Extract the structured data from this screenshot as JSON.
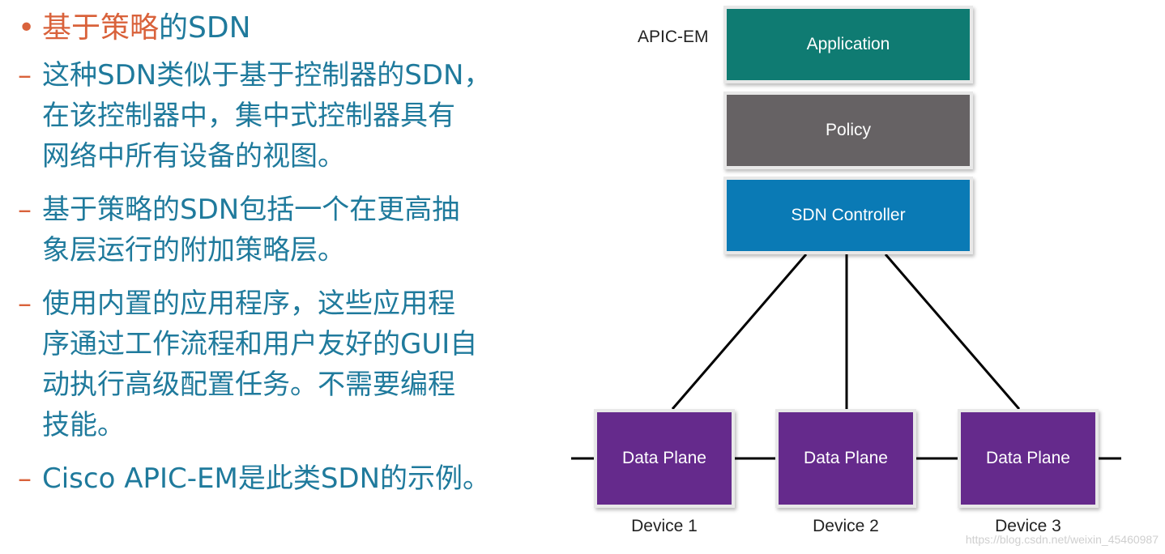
{
  "heading": {
    "bullet": "•",
    "highlight": "基于策略",
    "rest": "的SDN"
  },
  "points": [
    {
      "dash": "–",
      "text": "这种SDN类似于基于控制器的SDN，\n在该控制器中，集中式控制器具有\n网络中所有设备的视图。"
    },
    {
      "dash": "–",
      "text": "基于策略的SDN包括一个在更高抽\n象层运行的附加策略层。"
    },
    {
      "dash": "–",
      "text": "使用内置的应用程序，这些应用程\n序通过工作流程和用户友好的GUI自\n动执行高级配置任务。不需要编程\n技能。"
    },
    {
      "dash": "–",
      "text": "Cisco APIC-EM是此类SDN的示例。"
    }
  ],
  "diagram": {
    "side_label": "APIC-EM",
    "layers": {
      "application": "Application",
      "policy": "Policy",
      "controller": "SDN Controller"
    },
    "data_planes": [
      "Data Plane",
      "Data Plane",
      "Data Plane"
    ],
    "devices": [
      "Device 1",
      "Device 2",
      "Device 3"
    ],
    "colors": {
      "application": "#0f7b72",
      "policy": "#666264",
      "controller": "#0a7ab5",
      "data_plane": "#652a8c",
      "text_blue": "#1f7a9c",
      "accent_orange": "#d9623b"
    }
  },
  "watermark": "https://blog.csdn.net/weixin_45460987"
}
